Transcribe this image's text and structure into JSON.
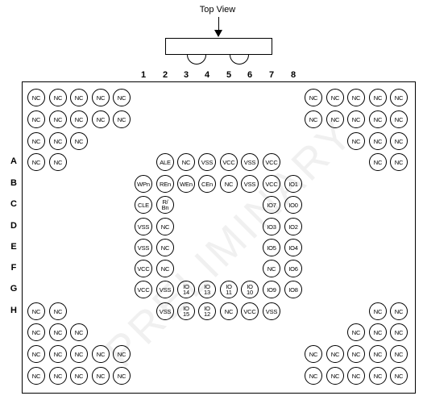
{
  "top_view_label": "Top View",
  "watermark": "PRELIMINARY",
  "column_labels": [
    "1",
    "2",
    "3",
    "4",
    "5",
    "6",
    "7",
    "8"
  ],
  "row_labels": [
    "A",
    "B",
    "C",
    "D",
    "E",
    "F",
    "G",
    "H"
  ],
  "balls": [
    {
      "label": "NC"
    },
    {
      "label": "NC"
    },
    {
      "label": "NC"
    },
    {
      "label": "NC"
    },
    {
      "label": "NC"
    },
    {
      "label": "NC"
    },
    {
      "label": "NC"
    },
    {
      "label": "NC"
    },
    {
      "label": "NC"
    },
    {
      "label": "NC"
    },
    {
      "label": "NC"
    },
    {
      "label": "NC"
    },
    {
      "label": "NC"
    },
    {
      "label": "NC"
    },
    {
      "label": "NC"
    },
    {
      "label": "NC"
    },
    {
      "label": "NC"
    },
    {
      "label": "NC"
    },
    {
      "label": "NC"
    },
    {
      "label": "NC"
    },
    {
      "label": "NC"
    },
    {
      "label": "NC"
    },
    {
      "label": "NC"
    },
    {
      "label": "NC"
    },
    {
      "label": "NC"
    },
    {
      "label": "NC"
    },
    {
      "label": "NC"
    },
    {
      "label": "NC"
    },
    {
      "label": "ALE"
    },
    {
      "label": "NC"
    },
    {
      "label": "VSS"
    },
    {
      "label": "VCC"
    },
    {
      "label": "VSS"
    },
    {
      "label": "VCC"
    },
    {
      "label": "NC"
    },
    {
      "label": "NC"
    },
    {
      "label": "WPn"
    },
    {
      "label": "REn"
    },
    {
      "label": "WEn"
    },
    {
      "label": "CEn"
    },
    {
      "label": "NC"
    },
    {
      "label": "VSS"
    },
    {
      "label": "VCC"
    },
    {
      "label": "IO1"
    },
    {
      "label": "CLE"
    },
    {
      "label": "R/\nBn"
    },
    {
      "label": "IO7"
    },
    {
      "label": "IO0"
    },
    {
      "label": "VSS"
    },
    {
      "label": "NC"
    },
    {
      "label": "IO3"
    },
    {
      "label": "IO2"
    },
    {
      "label": "VSS"
    },
    {
      "label": "NC"
    },
    {
      "label": "IO5"
    },
    {
      "label": "IO4"
    },
    {
      "label": "VCC"
    },
    {
      "label": "NC"
    },
    {
      "label": "NC"
    },
    {
      "label": "IO6"
    },
    {
      "label": "VCC"
    },
    {
      "label": "VSS"
    },
    {
      "label": "IO\n14"
    },
    {
      "label": "IO\n13"
    },
    {
      "label": "IO\n11"
    },
    {
      "label": "IO\n10"
    },
    {
      "label": "IO9"
    },
    {
      "label": "IO8"
    },
    {
      "label": "NC"
    },
    {
      "label": "NC"
    },
    {
      "label": "VSS"
    },
    {
      "label": "IO\n15"
    },
    {
      "label": "IO\n12"
    },
    {
      "label": "NC"
    },
    {
      "label": "VCC"
    },
    {
      "label": "VSS"
    },
    {
      "label": "NC"
    },
    {
      "label": "NC"
    },
    {
      "label": "NC"
    },
    {
      "label": "NC"
    },
    {
      "label": "NC"
    },
    {
      "label": "NC"
    },
    {
      "label": "NC"
    },
    {
      "label": "NC"
    },
    {
      "label": "NC"
    },
    {
      "label": "NC"
    },
    {
      "label": "NC"
    },
    {
      "label": "NC"
    },
    {
      "label": "NC"
    },
    {
      "label": "NC"
    },
    {
      "label": "NC"
    },
    {
      "label": "NC"
    },
    {
      "label": "NC"
    },
    {
      "label": "NC"
    },
    {
      "label": "NC"
    },
    {
      "label": "NC"
    },
    {
      "label": "NC"
    },
    {
      "label": "NC"
    },
    {
      "label": "NC"
    },
    {
      "label": "NC"
    },
    {
      "label": "NC"
    },
    {
      "label": "NC"
    },
    {
      "label": "NC"
    },
    {
      "label": "NC"
    }
  ]
}
